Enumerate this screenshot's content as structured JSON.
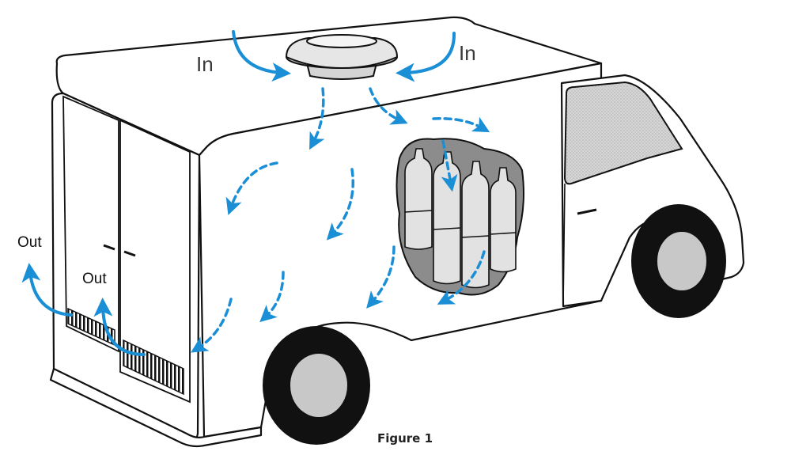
{
  "labels": {
    "in_left": "In",
    "in_right": "In",
    "out_left": "Out",
    "out_right": "Out"
  },
  "caption": "Figure 1",
  "colors": {
    "airflow": "#1a8fd6",
    "outline": "#111111",
    "cylinder_fill": "#e2e2e2",
    "cutaway_fill": "#8c8c8c",
    "window_fill": "#cfcfcf",
    "tire": "#111111",
    "hub": "#c8c8c8"
  },
  "icons": {
    "roof_vent": "roof-vent-icon",
    "gas_cylinders": "gas-cylinder-icon",
    "vent_grille": "vent-grille-icon"
  }
}
